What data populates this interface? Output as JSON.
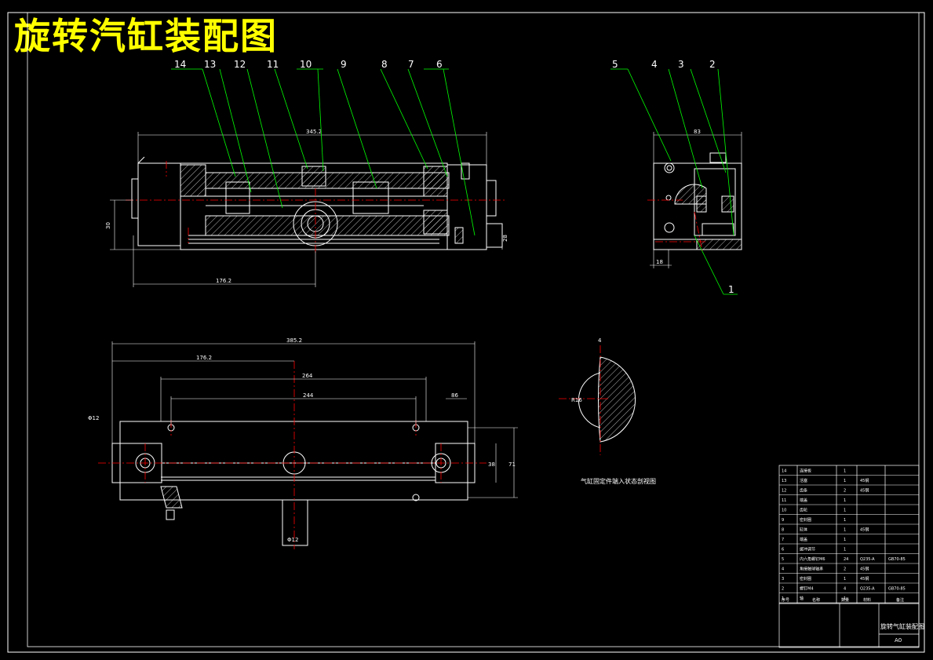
{
  "drawing": {
    "title": "旋转汽缸装配图",
    "section_caption": "气缸固定件端入状态剖视图",
    "part_callouts_main": [
      "14",
      "13",
      "12",
      "11",
      "10",
      "9",
      "8",
      "7",
      "6"
    ],
    "part_callouts_side": [
      "5",
      "4",
      "3",
      "2"
    ],
    "part_callout_bottom": "1",
    "dims": {
      "top_length": "345.2",
      "top_sub": "176.2",
      "side_width": "83",
      "side_small": "18",
      "left_height": "30",
      "right_height": "28",
      "plan_total": "385.2",
      "plan_offset": "176.2",
      "plan_264": "264",
      "plan_244": "244",
      "plan_86": "86",
      "plan_h1": "38",
      "plan_h2": "71",
      "plan_hole": "Φ12",
      "plan_shaft": "Φ12",
      "detail_r": "R16",
      "detail_gap": "4"
    }
  },
  "bom": {
    "rows": [
      {
        "no": "14",
        "name": "连接板",
        "qty": "1",
        "mat": "",
        "std": ""
      },
      {
        "no": "13",
        "name": "活塞",
        "qty": "1",
        "mat": "45钢",
        "std": ""
      },
      {
        "no": "12",
        "name": "齿条",
        "qty": "2",
        "mat": "45钢",
        "std": ""
      },
      {
        "no": "11",
        "name": "端盖",
        "qty": "1",
        "mat": "",
        "std": ""
      },
      {
        "no": "10",
        "name": "齿轮",
        "qty": "1",
        "mat": "",
        "std": ""
      },
      {
        "no": "9",
        "name": "密封圈",
        "qty": "1",
        "mat": "",
        "std": ""
      },
      {
        "no": "8",
        "name": "缸体",
        "qty": "1",
        "mat": "45钢",
        "std": ""
      },
      {
        "no": "7",
        "name": "端盖",
        "qty": "1",
        "mat": "",
        "std": ""
      },
      {
        "no": "6",
        "name": "缓冲调节",
        "qty": "1",
        "mat": "",
        "std": ""
      },
      {
        "no": "5",
        "name": "内六角螺钉M6",
        "qty": "24",
        "mat": "Q235-A",
        "std": "GB70-85"
      },
      {
        "no": "4",
        "name": "角接触球轴承",
        "qty": "2",
        "mat": "45钢",
        "std": ""
      },
      {
        "no": "3",
        "name": "密封圈",
        "qty": "1",
        "mat": "45钢",
        "std": ""
      },
      {
        "no": "2",
        "name": "螺钉M4",
        "qty": "4",
        "mat": "Q235-A",
        "std": "GB70-85"
      },
      {
        "no": "1",
        "name": "轴",
        "qty": "1",
        "mat": "",
        "std": ""
      }
    ],
    "header": {
      "no": "序号",
      "name": "名称",
      "qty": "数量",
      "mat": "材料",
      "std": "备注"
    },
    "title_block_name": "旋转气缸装配图",
    "sheet_code": "A0"
  },
  "colors": {
    "outline": "#ffffff",
    "leader": "#00ff00",
    "center": "#ff0000",
    "hatch": "#ffffff",
    "title": "#ffff00"
  }
}
